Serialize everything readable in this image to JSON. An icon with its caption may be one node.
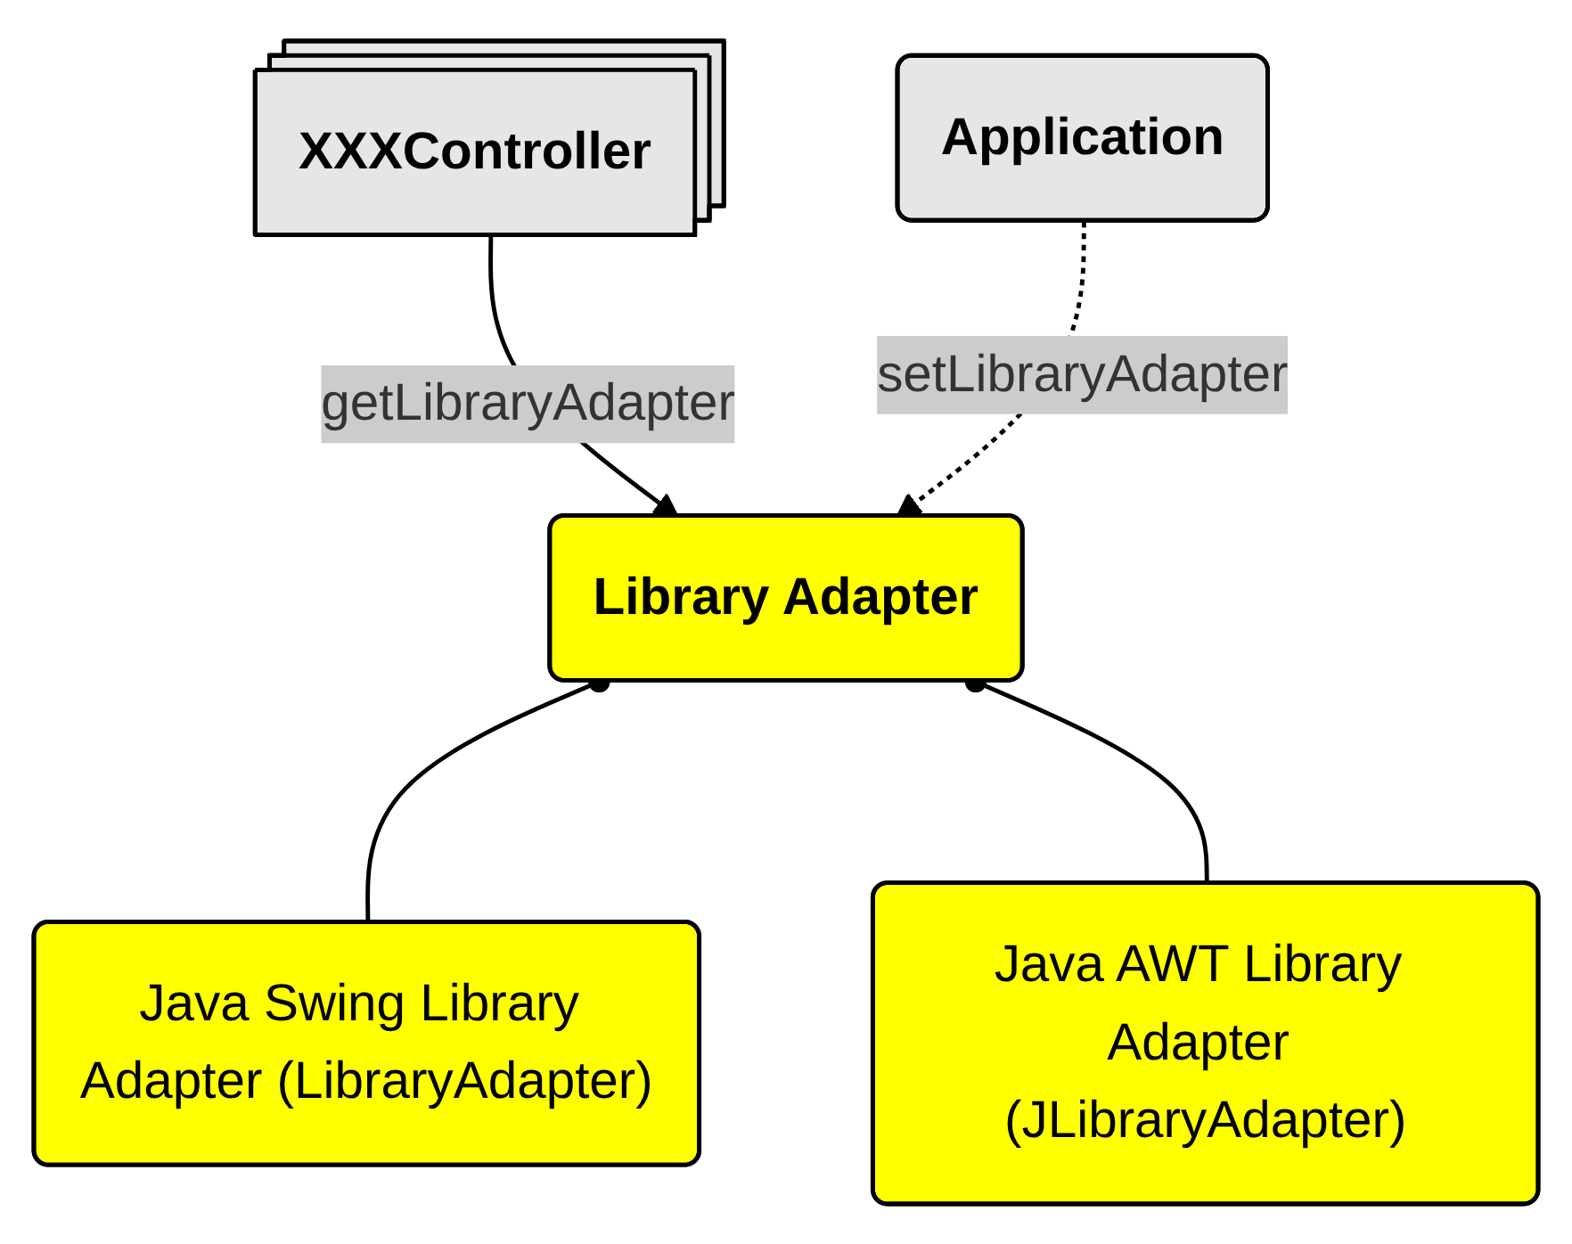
{
  "diagram": {
    "nodes": [
      {
        "text": [
          "XXXController"
        ]
      },
      {
        "text": [
          "Application"
        ]
      },
      {
        "text": [
          "Library Adapter"
        ]
      },
      {
        "text": [
          "Java Swing Library Adapter (LibraryAdapter)"
        ]
      },
      {
        "text": [
          "Java AWT Library Adapter (JLibraryAdapter)"
        ]
      }
    ],
    "edges": [
      {
        "from": 0,
        "to": 2,
        "arrow": "to",
        "label": "getLibraryAdapter"
      },
      {
        "from": 1,
        "to": 2,
        "arrow": "to",
        "label": "setLibraryAdapter",
        "style": "dashed"
      },
      {
        "from": 2,
        "to": 3,
        "arrow": "other"
      },
      {
        "from": 2,
        "to": 4,
        "arrow": "other"
      }
    ]
  }
}
